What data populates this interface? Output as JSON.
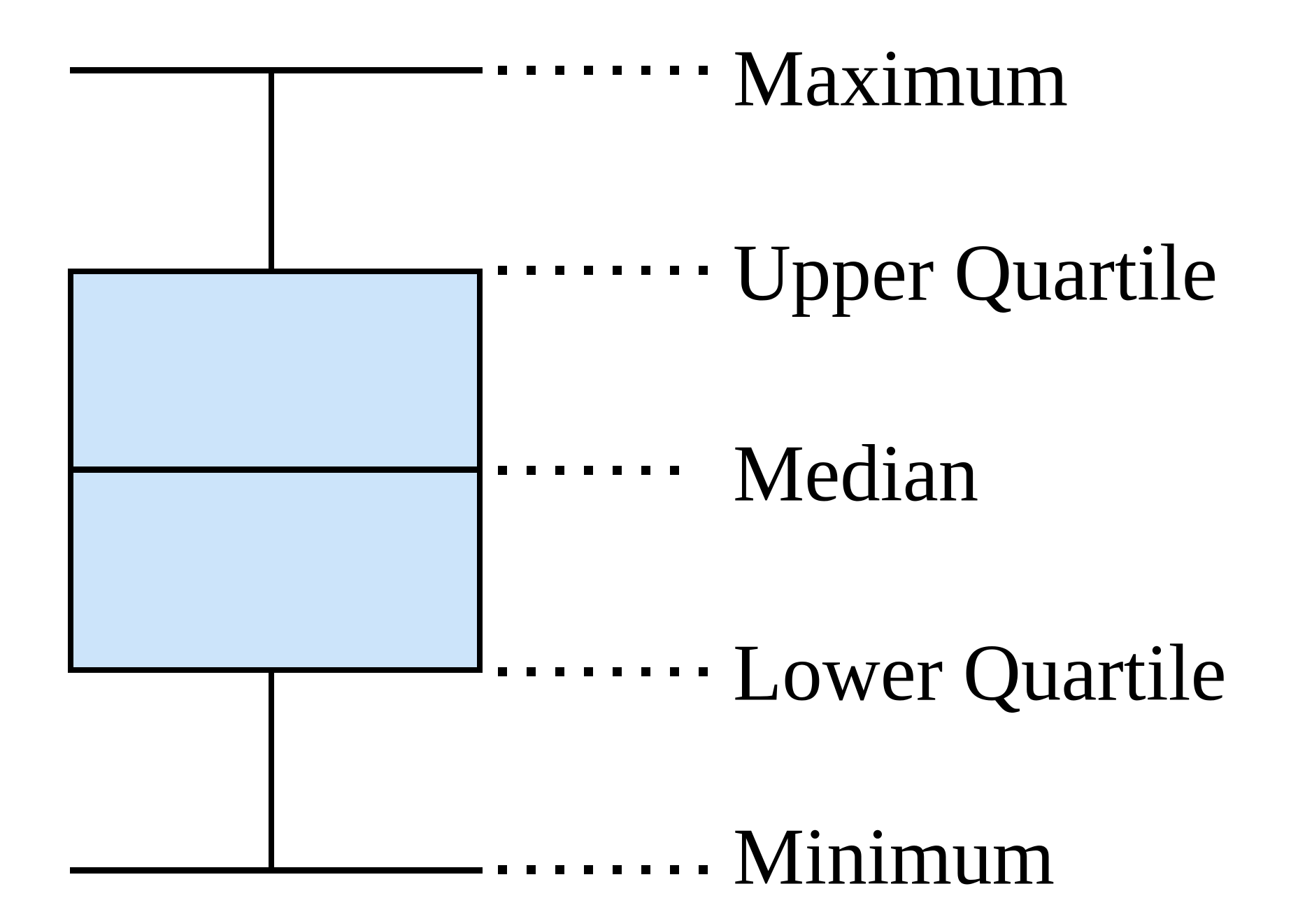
{
  "chart_data": {
    "type": "boxplot",
    "orientation": "vertical",
    "title": "",
    "annotations": [
      "Maximum",
      "Upper Quartile",
      "Median",
      "Lower Quartile",
      "Minimum"
    ],
    "axes_shown": false,
    "legend": "none",
    "notes": "Unlabeled anatomy diagram of a box-and-whisker plot; five dotted leader lines point from the plot features to their names."
  },
  "labels": {
    "maximum": "Maximum",
    "upper_quartile": "Upper Quartile",
    "median": "Median",
    "lower_quartile": "Lower Quartile",
    "minimum": "Minimum"
  },
  "leaders": {
    "maximum_dots": 8,
    "upper_quartile_dots": 8,
    "median_dots": 7,
    "lower_quartile_dots": 8,
    "minimum_dots": 8
  },
  "colors": {
    "background": "#ffffff",
    "line": "#000000",
    "text": "#000000",
    "box_fill": "#cce4fa"
  }
}
